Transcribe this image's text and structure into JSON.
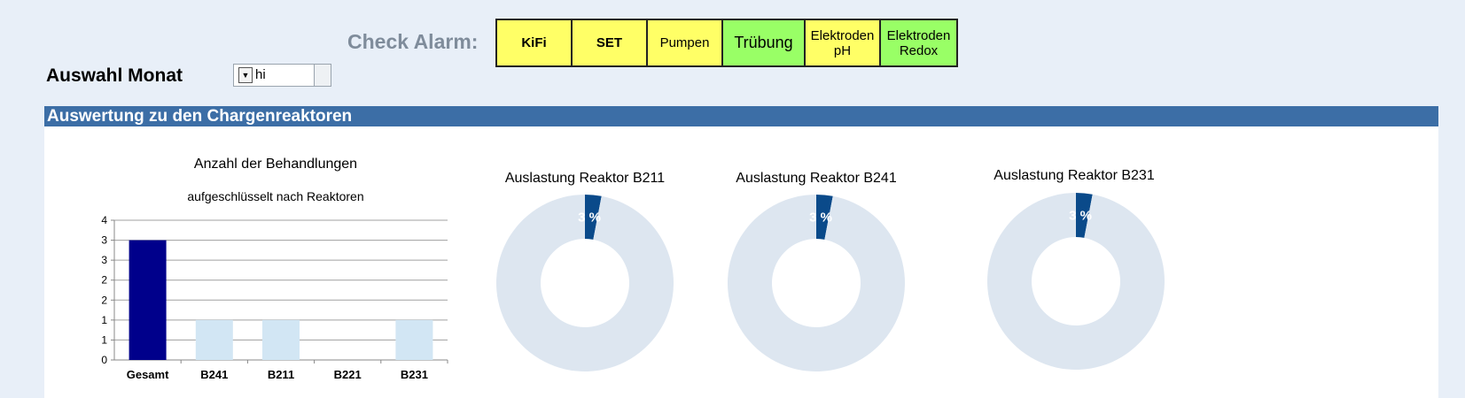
{
  "header": {
    "check_alarm_label": "Check Alarm:",
    "alarm_buttons": [
      {
        "label": "KiFi",
        "color": "#ffff66"
      },
      {
        "label": "SET",
        "color": "#ffff66"
      },
      {
        "label": "Pumpen",
        "color": "#ffff66"
      },
      {
        "label": "Trübung",
        "color": "#99ff66"
      },
      {
        "label": "Elektroden pH",
        "color": "#ffff66"
      },
      {
        "label": "Elektroden Redox",
        "color": "#99ff66"
      }
    ]
  },
  "month_selector": {
    "label": "Auswahl Monat",
    "value": "hi"
  },
  "section": {
    "title": "Auswertung zu den Chargenreaktoren"
  },
  "chart_data": [
    {
      "type": "bar",
      "title": "Anzahl der Behandlungen",
      "subtitle": "aufgeschlüsselt nach Reaktoren",
      "categories": [
        "Gesamt",
        "B241",
        "B211",
        "B221",
        "B231"
      ],
      "values": [
        3,
        1,
        1,
        0,
        1
      ],
      "colors": [
        "#00008b",
        "#d2e6f4",
        "#d2e6f4",
        "#d2e6f4",
        "#d2e6f4"
      ],
      "ylim": [
        0,
        3.5
      ],
      "ytick_labels": [
        "0",
        "1",
        "1",
        "2",
        "2",
        "3",
        "3",
        "4"
      ],
      "grid": true,
      "xlabel": "",
      "ylabel": ""
    },
    {
      "type": "pie",
      "title": "Auslastung Reaktor B211",
      "values": [
        3,
        97
      ],
      "label": "3 %",
      "colors": [
        "#0a4a8a",
        "#dde6f0"
      ]
    },
    {
      "type": "pie",
      "title": "Auslastung Reaktor B241",
      "values": [
        3,
        97
      ],
      "label": "3 %",
      "colors": [
        "#0a4a8a",
        "#dde6f0"
      ]
    },
    {
      "type": "pie",
      "title": "Auslastung Reaktor B231",
      "values": [
        3,
        97
      ],
      "label": "3 %",
      "colors": [
        "#0a4a8a",
        "#dde6f0"
      ]
    }
  ]
}
